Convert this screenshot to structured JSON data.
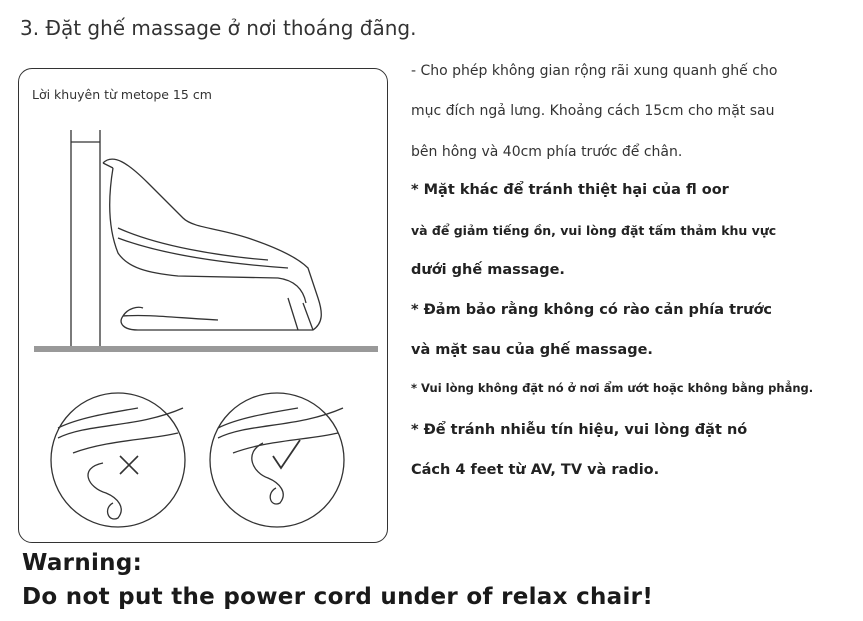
{
  "title": "3. Đặt ghế massage ở nơi thoáng đãng.",
  "illustration": {
    "label": "Lời khuyên từ metope 15 cm",
    "icons": [
      "massage-chair-illustration",
      "wrong-cross-icon",
      "correct-check-icon"
    ]
  },
  "instructions": [
    "- Cho phép không gian rộng rãi xung quanh ghế cho",
    " mục đích ngả lưng. Khoảng cách 15cm cho mặt sau",
    "bên hông và 40cm phía trước để chân.",
    "* Mặt khác để tránh thiệt hại của fl oor",
    "và để giảm tiếng ồn, vui lòng đặt tấm thảm khu vực",
    "dưới ghế massage.",
    "* Đảm bảo rằng không có rào cản phía trước",
    "và mặt sau của ghế massage.",
    "* Vui lòng không đặt nó ở nơi ẩm ướt hoặc không bằng phẳng.",
    "* Để tránh nhiễu tín hiệu, vui lòng đặt nó",
    "Cách 4 feet từ AV, TV và radio."
  ],
  "warning": {
    "heading": "Warning:",
    "text": "Do not put the power cord under of relax chair!"
  }
}
